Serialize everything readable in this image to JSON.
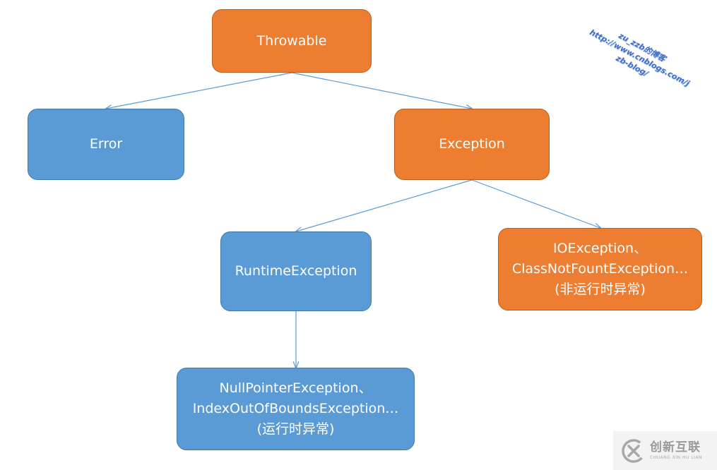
{
  "nodes": {
    "throwable": {
      "lines": [
        "Throwable"
      ],
      "color": "#ed7d31"
    },
    "error": {
      "lines": [
        "Error"
      ],
      "color": "#5b9bd5"
    },
    "exception": {
      "lines": [
        "Exception"
      ],
      "color": "#ed7d31"
    },
    "runtime": {
      "lines": [
        "RuntimeException"
      ],
      "color": "#5b9bd5"
    },
    "checked": {
      "lines": [
        "IOException、",
        "ClassNotFountException…",
        "(非运行时异常)"
      ],
      "color": "#ed7d31"
    },
    "unchecked": {
      "lines": [
        "NullPointerException、",
        "IndexOutOfBoundsException…",
        "(运行时异常)"
      ],
      "color": "#5b9bd5"
    }
  },
  "edges": [
    {
      "from": "throwable",
      "to": "error"
    },
    {
      "from": "throwable",
      "to": "exception"
    },
    {
      "from": "exception",
      "to": "runtime"
    },
    {
      "from": "exception",
      "to": "checked"
    },
    {
      "from": "runtime",
      "to": "unchecked"
    }
  ],
  "edge_color": "#5b9bd5",
  "watermark": {
    "lines": [
      "zu_zzb的博客",
      "http://www.cnblogs.com/j",
      "zb-blog/"
    ]
  },
  "logo": {
    "name": "创新互联",
    "sub": "CHUANG XIN HU LIAN"
  }
}
